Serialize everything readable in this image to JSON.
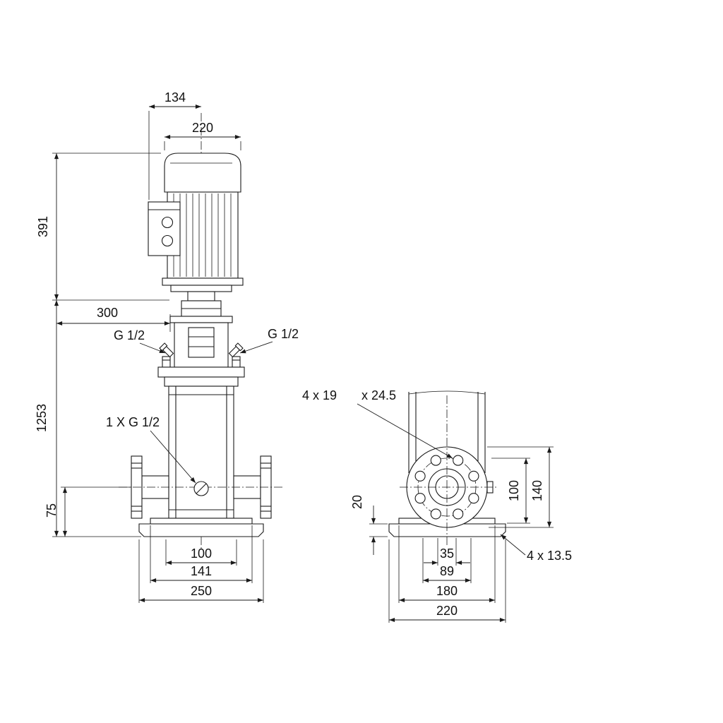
{
  "palette": {
    "background": "#ffffff",
    "line": "#1a1a1a",
    "text": "#111111"
  },
  "drawing": {
    "front_view": {
      "dim_terminal_width": "134",
      "dim_motor_width": "220",
      "dim_motor_height": "391",
      "dim_clearance": "300",
      "dim_total_height": "1253",
      "label_plug_left": "G 1/2",
      "label_plug_right": "G 1/2",
      "label_drain_plug": "1 X G 1/2",
      "dim_port_to_base": "75",
      "dim_base_inner": "100",
      "dim_base_mid": "141",
      "dim_base_width": "250"
    },
    "side_view": {
      "label_flange_holes": "4 x 19",
      "label_flange_counterbore": "x 24.5",
      "dim_base_thickness": "20",
      "dim_flange_height": "100",
      "dim_flange_diameter": "140",
      "dim_hole_offset": "35",
      "dim_hole_pair": "89",
      "dim_bolt_spacing": "180",
      "dim_base_depth": "220",
      "label_base_holes": "4 x 13.5"
    }
  }
}
